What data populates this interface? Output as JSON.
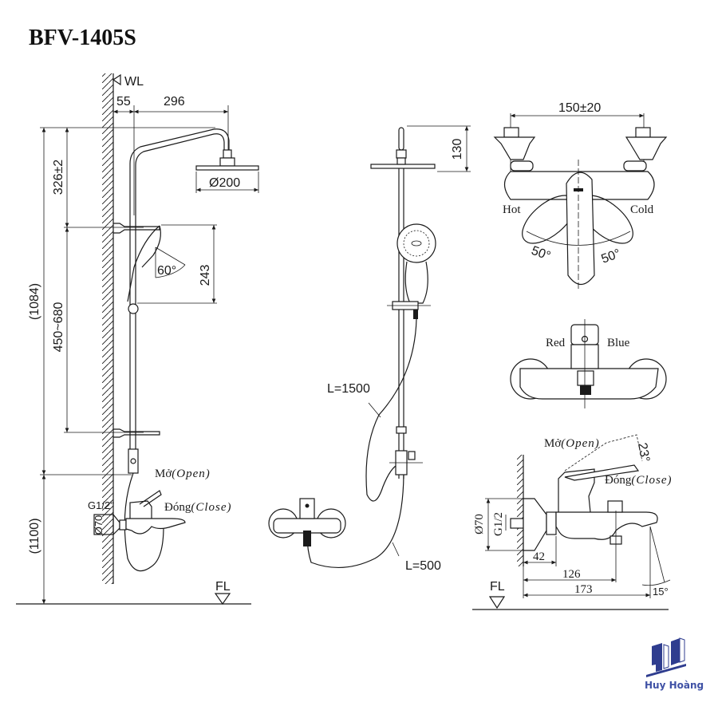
{
  "title": "BFV-1405S",
  "colors": {
    "line": "#1a1a1a",
    "logo": "#2f3d8f",
    "logo_text": "#3f51a5"
  },
  "side_view": {
    "wall_label": "WL",
    "floor_label": "FL",
    "dim_wall_to_bar": "55",
    "dim_arm_reach": "296",
    "dim_head_diameter": "Ø200",
    "dim_head_to_bracket": "326±2",
    "dim_bracket_range": "450~680",
    "dim_total_height": "(1084)",
    "dim_mixer_height": "(1100)",
    "dim_handshower_height": "243",
    "handshower_angle": "60°",
    "inlet_thread": "G1/2\"",
    "flange_diameter": "Ø70",
    "open_label_vi": "Mở",
    "open_label_en": "(Open)",
    "close_label_vi": "Đóng",
    "close_label_en": "(Close)"
  },
  "front_view": {
    "dim_head_height": "130",
    "hose_long": "L=1500",
    "hose_short": "L=500"
  },
  "top_view": {
    "dim_inlet_spacing": "150±20",
    "hot_label": "Hot",
    "cold_label": "Cold",
    "angle_left": "50°",
    "angle_right": "50°"
  },
  "mixer_front": {
    "red_label": "Red",
    "blue_label": "Blue"
  },
  "mixer_side": {
    "open_label_vi": "Mở",
    "open_label_en": "(Open)",
    "close_label_vi": "Đóng",
    "close_label_en": "(Close)",
    "lever_angle": "23°",
    "flange_diameter": "Ø70",
    "thread": "G1/2",
    "dim_42": "42",
    "dim_126": "126",
    "dim_173": "173",
    "spout_angle": "15°",
    "floor_label": "FL"
  },
  "logo": {
    "text": "Huy Hoàng",
    "icon": "building-logo-icon"
  }
}
